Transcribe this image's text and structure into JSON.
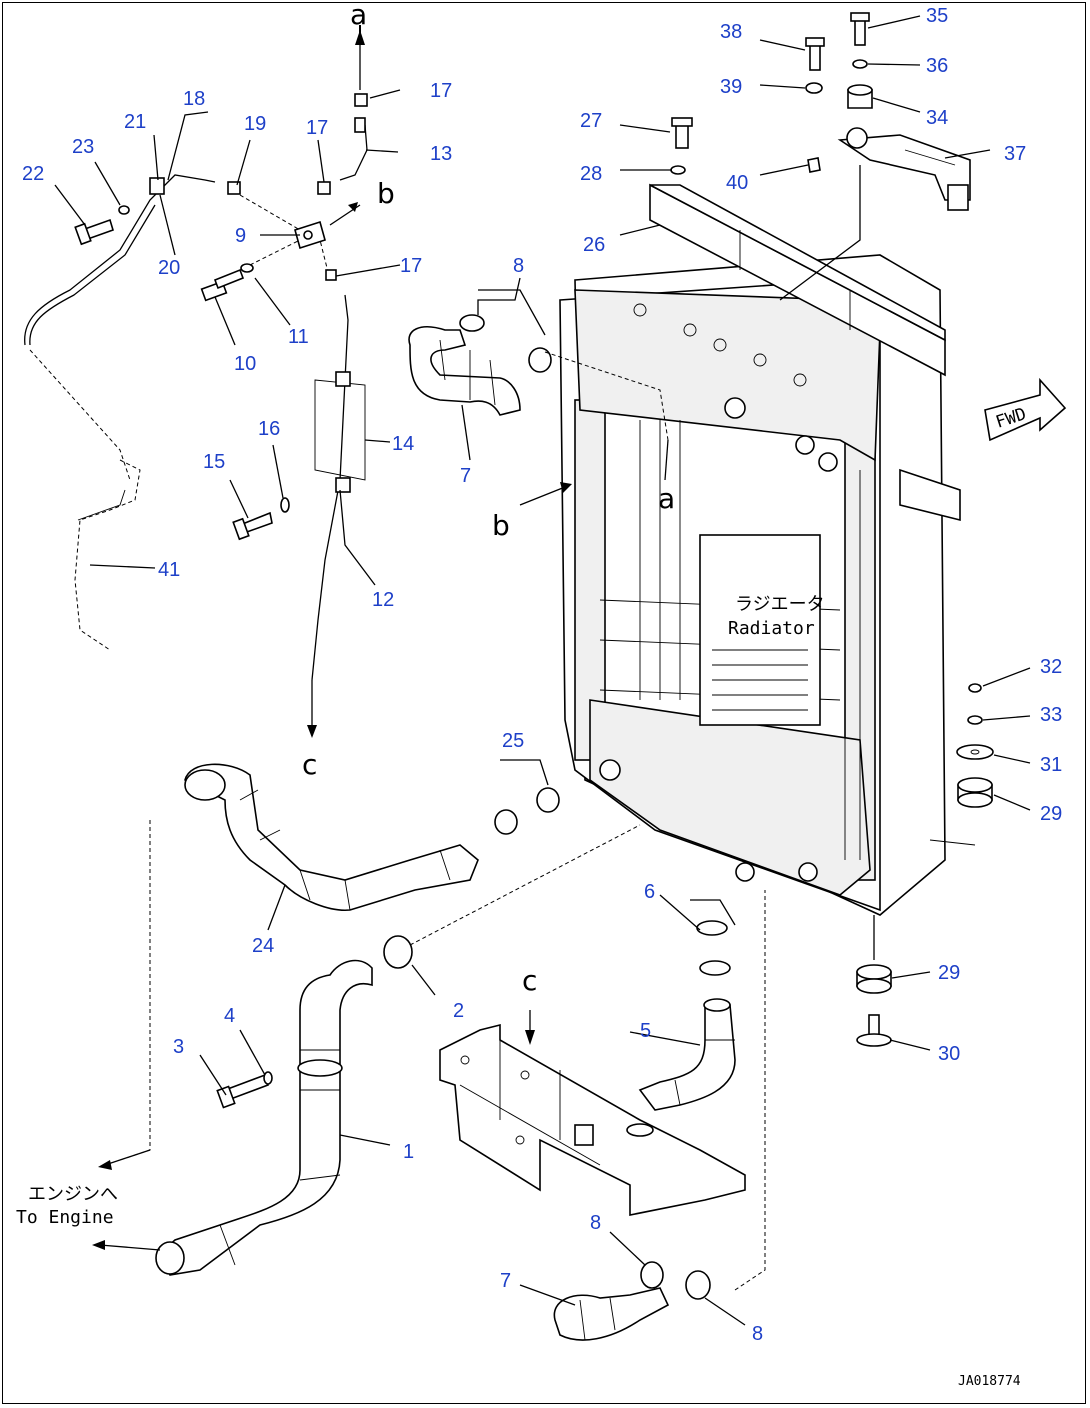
{
  "callouts": {
    "c1": "1",
    "c2": "2",
    "c3": "3",
    "c4": "4",
    "c5": "5",
    "c6": "6",
    "c7a": "7",
    "c7b": "7",
    "c8a": "8",
    "c8b": "8",
    "c8c": "8",
    "c9": "9",
    "c10": "10",
    "c11": "11",
    "c12": "12",
    "c13": "13",
    "c14": "14",
    "c15": "15",
    "c16": "16",
    "c17a": "17",
    "c17b": "17",
    "c17c": "17",
    "c18": "18",
    "c19": "19",
    "c20": "20",
    "c21": "21",
    "c22": "22",
    "c23": "23",
    "c24": "24",
    "c25": "25",
    "c26": "26",
    "c27": "27",
    "c28": "28",
    "c29a": "29",
    "c29b": "29",
    "c30": "30",
    "c31": "31",
    "c32": "32",
    "c33": "33",
    "c34": "34",
    "c35": "35",
    "c36": "36",
    "c37": "37",
    "c38": "38",
    "c39": "39",
    "c40": "40",
    "c41": "41"
  },
  "markers": {
    "a_top": "a",
    "a_rad": "a",
    "b_top": "b",
    "b_rad": "b",
    "c_left": "c",
    "c_bottom": "c"
  },
  "labels": {
    "radiator_jp": "ラジエータ",
    "radiator_en": "Radiator",
    "engine_jp": "エンジンへ",
    "engine_en": "To Engine",
    "fwd": "FWD",
    "drawing_id": "JA018774"
  },
  "colors": {
    "callout": "#1e40c8",
    "line": "#000000",
    "background": "#ffffff"
  }
}
